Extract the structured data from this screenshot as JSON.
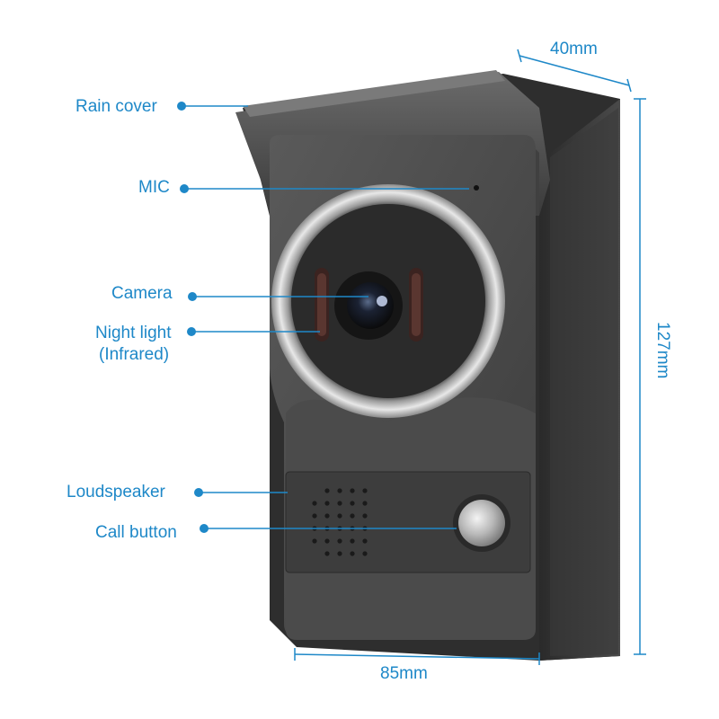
{
  "callouts": {
    "rain_cover": "Rain cover",
    "mic": "MIC",
    "camera": "Camera",
    "night_light_line1": "Night light",
    "night_light_line2": "(Infrared)",
    "loudspeaker": "Loudspeaker",
    "call_button": "Call button"
  },
  "dimensions": {
    "depth": "40mm",
    "height": "127mm",
    "width": "85mm"
  },
  "colors": {
    "accent": "#1e88c8",
    "housing": "#3a3a3a",
    "faceplate": "#4a4a4a",
    "background": "#ffffff"
  }
}
